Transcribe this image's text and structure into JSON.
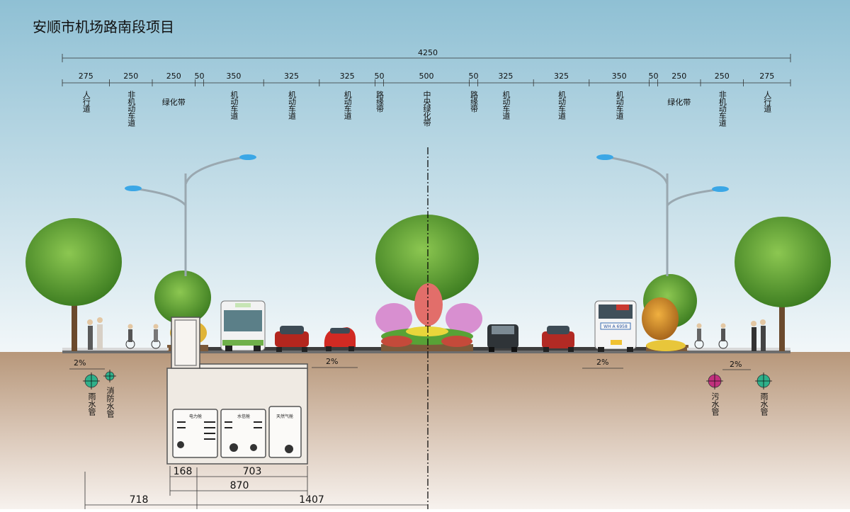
{
  "title": "安顺市机场路南段项目",
  "total_width": "4250",
  "segments": [
    {
      "value": "275",
      "label": "人行道"
    },
    {
      "value": "250",
      "label": "非机动车道"
    },
    {
      "value": "250",
      "label": "绿化带"
    },
    {
      "value": "50",
      "label": ""
    },
    {
      "value": "350",
      "label": "机动车道"
    },
    {
      "value": "325",
      "label": "机动车道"
    },
    {
      "value": "325",
      "label": "机动车道"
    },
    {
      "value": "50",
      "label": "路缘带"
    },
    {
      "value": "500",
      "label": "中央绿化带"
    },
    {
      "value": "50",
      "label": "路缘带"
    },
    {
      "value": "325",
      "label": "机动车道"
    },
    {
      "value": "325",
      "label": "机动车道"
    },
    {
      "value": "350",
      "label": "机动车道"
    },
    {
      "value": "50",
      "label": ""
    },
    {
      "value": "250",
      "label": "绿化带"
    },
    {
      "value": "250",
      "label": "非机动车道"
    },
    {
      "value": "275",
      "label": "人行道"
    }
  ],
  "slopes": [
    "2%",
    "2%",
    "2%",
    "2%"
  ],
  "pipes": [
    {
      "label": "雨水管",
      "color": "#2fb08a"
    },
    {
      "label": "消防水管",
      "color": "#2fb08a"
    },
    {
      "label": "污水管",
      "color": "#c2317e"
    },
    {
      "label": "雨水管",
      "color": "#2fb08a"
    }
  ],
  "utility_tunnel": {
    "chambers": [
      "电力舱",
      "水信舱",
      "天然气舱"
    ],
    "dims": [
      "168",
      "703",
      "870"
    ]
  },
  "bottom_dims": [
    "718",
    "1407"
  ],
  "colors": {
    "sky_top": "#8fc0d4",
    "sky_bottom": "#f4f8fa",
    "soil": "#b7977a",
    "soil_bottom": "#f3ede7",
    "tree": "#4f9a2c",
    "road": "#4a4a4a"
  },
  "bus_plate": "WH A 6958"
}
